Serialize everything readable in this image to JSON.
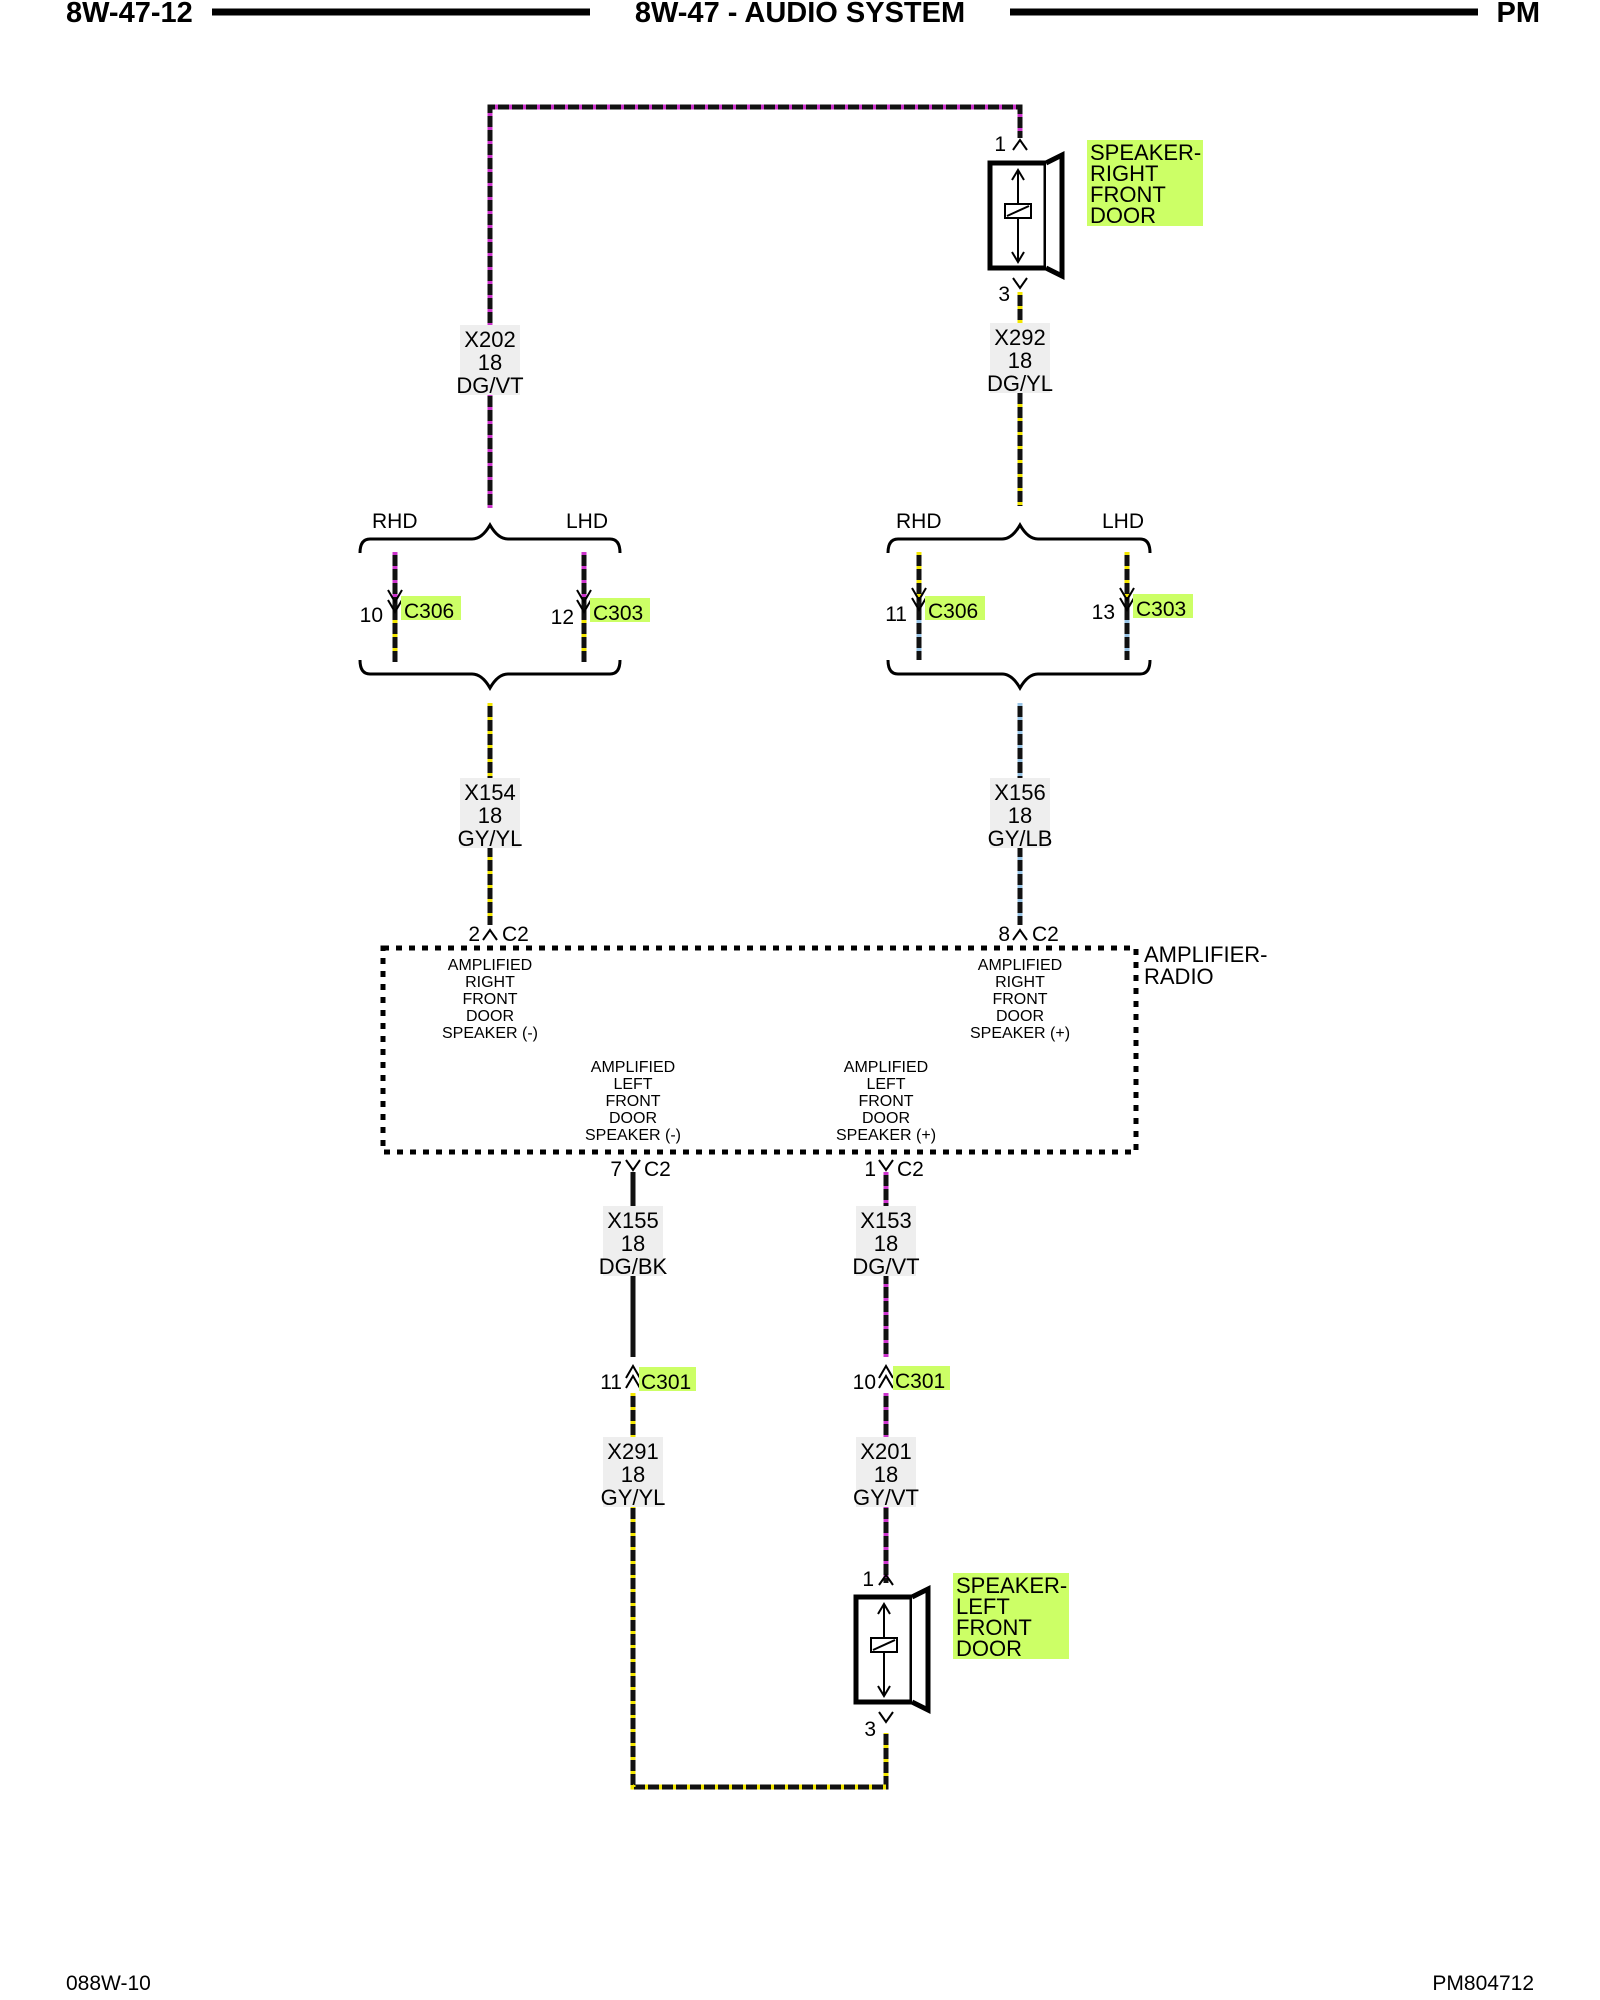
{
  "header": {
    "page_left": "8W-47-12",
    "title": "8W-47 - AUDIO SYSTEM",
    "page_right": "PM"
  },
  "footer": {
    "left": "088W-10",
    "right": "PM804712"
  },
  "colors": {
    "wire_base": "#111111",
    "violet_tracer": "#cc33cc",
    "yellow_tracer": "#f2e600",
    "lightblue_tracer": "#99c4e6",
    "component_highlight": "#ccff66",
    "label_box": "#eeeeee"
  },
  "components": {
    "speaker_rf": {
      "line1": "SPEAKER-",
      "line2": "RIGHT",
      "line3": "FRONT",
      "line4": "DOOR",
      "pin_top": "1",
      "pin_bottom": "3"
    },
    "speaker_lf": {
      "line1": "SPEAKER-",
      "line2": "LEFT",
      "line3": "FRONT",
      "line4": "DOOR",
      "pin_top": "1",
      "pin_bottom": "3"
    },
    "amp": {
      "line1": "AMPLIFIER-",
      "line2": "RADIO",
      "pin2": "2",
      "pin2_conn": "C2",
      "pin8": "8",
      "pin8_conn": "C2",
      "pin7": "7",
      "pin7_conn": "C2",
      "pin1": "1",
      "pin1_conn": "C2",
      "rf_neg": [
        "AMPLIFIED",
        "RIGHT",
        "FRONT",
        "DOOR",
        "SPEAKER (-)"
      ],
      "rf_pos": [
        "AMPLIFIED",
        "RIGHT",
        "FRONT",
        "DOOR",
        "SPEAKER (+)"
      ],
      "lf_neg": [
        "AMPLIFIED",
        "LEFT",
        "FRONT",
        "DOOR",
        "SPEAKER (-)"
      ],
      "lf_pos": [
        "AMPLIFIED",
        "LEFT",
        "FRONT",
        "DOOR",
        "SPEAKER (+)"
      ]
    }
  },
  "wires": {
    "x202": {
      "circuit": "X202",
      "gauge": "18",
      "color": "DG/VT"
    },
    "x292": {
      "circuit": "X292",
      "gauge": "18",
      "color": "DG/YL"
    },
    "x154": {
      "circuit": "X154",
      "gauge": "18",
      "color": "GY/YL"
    },
    "x156": {
      "circuit": "X156",
      "gauge": "18",
      "color": "GY/LB"
    },
    "x155": {
      "circuit": "X155",
      "gauge": "18",
      "color": "DG/BK"
    },
    "x153": {
      "circuit": "X153",
      "gauge": "18",
      "color": "DG/VT"
    },
    "x291": {
      "circuit": "X291",
      "gauge": "18",
      "color": "GY/YL"
    },
    "x201": {
      "circuit": "X201",
      "gauge": "18",
      "color": "GY/VT"
    }
  },
  "options": {
    "left": {
      "rhd": "RHD",
      "lhd": "LHD",
      "rhd_pin": "10",
      "rhd_conn": "C306",
      "lhd_pin": "12",
      "lhd_conn": "C303"
    },
    "right": {
      "rhd": "RHD",
      "lhd": "LHD",
      "rhd_pin": "11",
      "rhd_conn": "C306",
      "lhd_pin": "13",
      "lhd_conn": "C303"
    }
  },
  "inline": {
    "c301_left": {
      "pin": "11",
      "conn": "C301"
    },
    "c301_right": {
      "pin": "10",
      "conn": "C301"
    }
  }
}
